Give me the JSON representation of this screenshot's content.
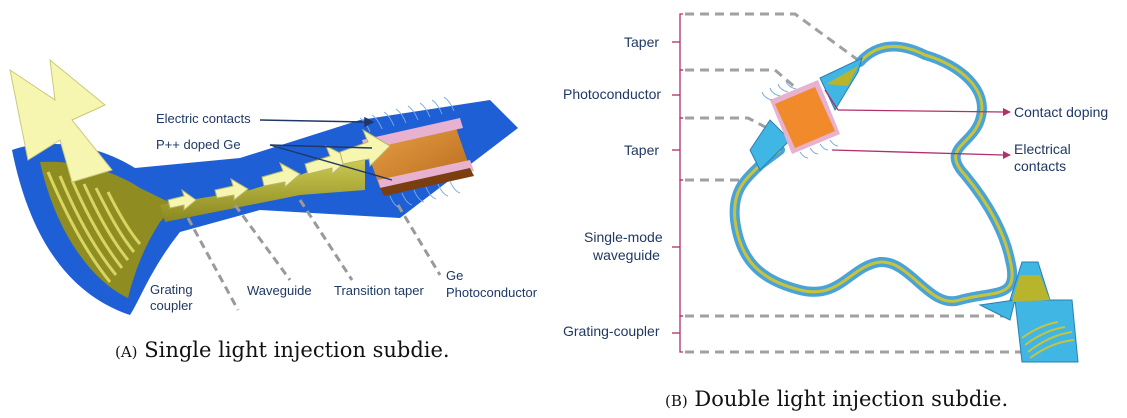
{
  "panel_a": {
    "labels": {
      "electric_contacts": "Electric contacts",
      "p_doped_ge": "P++ doped Ge",
      "grating_coupler_1": "Grating",
      "grating_coupler_2": "coupler",
      "waveguide": "Waveguide",
      "transition_taper": "Transition taper",
      "ge_photoconductor_1": "Ge",
      "ge_photoconductor_2": "Photoconductor"
    },
    "caption": {
      "letter": "(A)",
      "text": "Single light injection subdie."
    }
  },
  "panel_b": {
    "labels": {
      "taper_top": "Taper",
      "photoconductor": "Photoconductor",
      "taper_mid": "Taper",
      "single_mode_1": "Single-mode",
      "single_mode_2": "waveguide",
      "grating_coupler": "Grating-coupler",
      "contact_doping": "Contact doping",
      "electrical_contacts_1": "Electrical",
      "electrical_contacts_2": "contacts"
    },
    "caption": {
      "letter": "(B)",
      "text": "Double light injection subdie."
    }
  },
  "colors": {
    "substrate_blue": "#1f5fd6",
    "waveguide_olive": "#a9a62a",
    "arrow_yellow": "#f6f6b0",
    "ge_orange": "#d98a2c",
    "contact_pink": "#e7b1cf",
    "cyan_body": "#3fb6e4",
    "annotation_magenta": "#b0306a",
    "dash_grey": "#9a9a9a"
  }
}
